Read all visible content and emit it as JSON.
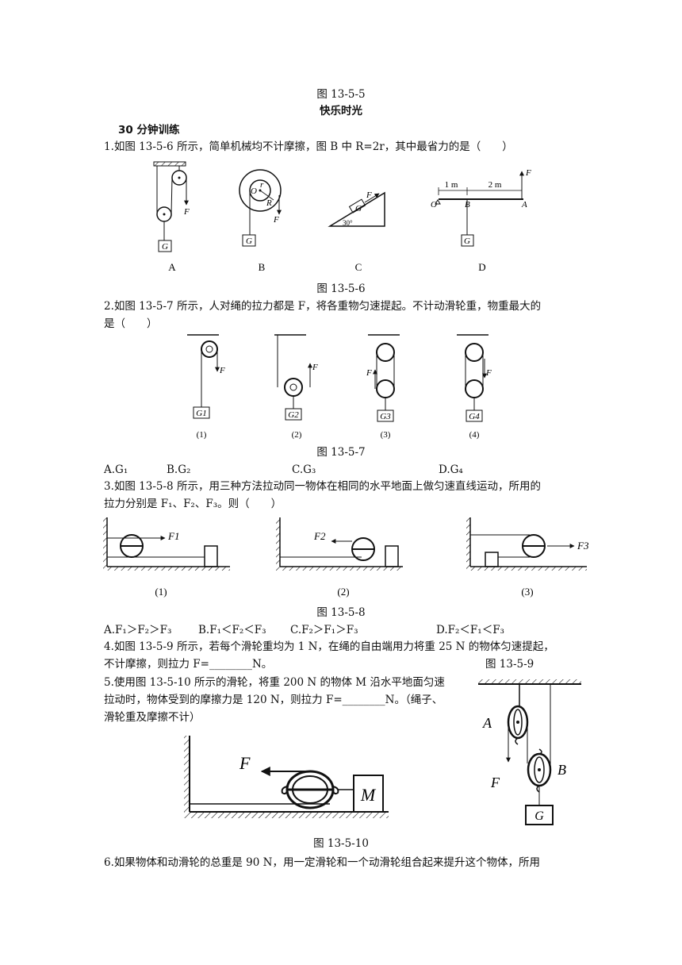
{
  "top_caption": "图 13-5-5",
  "section_title": "快乐时光",
  "subsection": "30 分钟训练",
  "q1": {
    "text": "1.如图 13-5-6 所示，简单机械均不计摩擦，图 B 中 R=2r，其中最省力的是（　　）",
    "caption": "图 13-5-6",
    "labels": [
      "A",
      "B",
      "C",
      "D"
    ],
    "fig": {
      "F": "F",
      "G": "G",
      "O": "O",
      "r": "r",
      "R": "R",
      "angle": "30°",
      "B": "B",
      "A": "A",
      "d1": "1 m",
      "d2": "2 m"
    }
  },
  "q2": {
    "text1": "2.如图 13-5-7 所示，人对绳的拉力都是 F，将各重物匀速提起。不计动滑轮重，物重最大的",
    "text2": "是（　　）",
    "caption": "图 13-5-7",
    "labels": [
      "(1)",
      "(2)",
      "(3)",
      "(4)"
    ],
    "weights": [
      "G1",
      "G2",
      "G3",
      "G4"
    ],
    "options": [
      "A.G₁",
      "B.G₂",
      "C.G₃",
      "D.G₄"
    ]
  },
  "q3": {
    "text1": "3.如图 13-5-8 所示，用三种方法拉动同一物体在相同的水平地面上做匀速直线运动，所用的",
    "text2": "拉力分别是 F₁、F₂、F₃。则（　　）",
    "caption": "图 13-5-8",
    "labels": [
      "(1)",
      "(2)",
      "(3)"
    ],
    "forces": [
      "F1",
      "F2",
      "F3"
    ],
    "options": [
      "A.F₁＞F₂＞F₃",
      "B.F₁＜F₂＜F₃",
      "C.F₂＞F₁＞F₃",
      "D.F₂＜F₁＜F₃"
    ]
  },
  "q4": {
    "text1": "4.如图 13-5-9 所示，若每个滑轮重均为 1 N，在绳的自由端用力将重 25 N 的物体匀速提起，",
    "text2": "不计摩擦，则拉力 F=________N。",
    "caption": "图 13-5-9",
    "fig": {
      "A": "A",
      "B": "B",
      "F": "F",
      "G": "G"
    }
  },
  "q5": {
    "text1": "5.使用图 13-5-10 所示的滑轮，将重 200 N 的物体 M 沿水平地面匀速",
    "text2": "拉动时，物体受到的摩擦力是 120 N，则拉力 F=________N。（绳子、",
    "text3": "滑轮重及摩擦不计）",
    "caption": "图 13-5-10",
    "fig": {
      "F": "F",
      "M": "M"
    }
  },
  "q6": {
    "text": "6.如果物体和动滑轮的总重是 90 N，用一定滑轮和一个动滑轮组合起来提升这个物体，所用"
  }
}
